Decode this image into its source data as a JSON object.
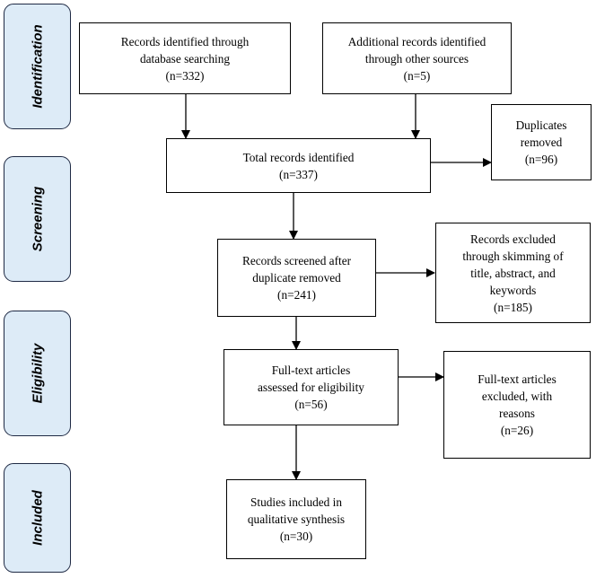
{
  "stages": {
    "identification": "Identification",
    "screening": "Screening",
    "eligibility": "Eligibility",
    "included": "Included"
  },
  "boxes": {
    "database_records": "Records identified through\ndatabase searching\n(n=332)",
    "other_sources": "Additional records identified\nthrough other sources\n(n=5)",
    "total_records": "Total records identified\n(n=337)",
    "duplicates_removed": "Duplicates\nremoved\n(n=96)",
    "screened": "Records screened after\nduplicate removed\n(n=241)",
    "excluded_skimming": "Records excluded\nthrough skimming of\ntitle, abstract, and\nkeywords\n(n=185)",
    "fulltext_assessed": "Full-text articles\nassessed for eligibility\n(n=56)",
    "fulltext_excluded": "Full-text articles\nexcluded, with\nreasons\n(n=26)",
    "included": "Studies included in\nqualitative synthesis\n(n=30)"
  }
}
